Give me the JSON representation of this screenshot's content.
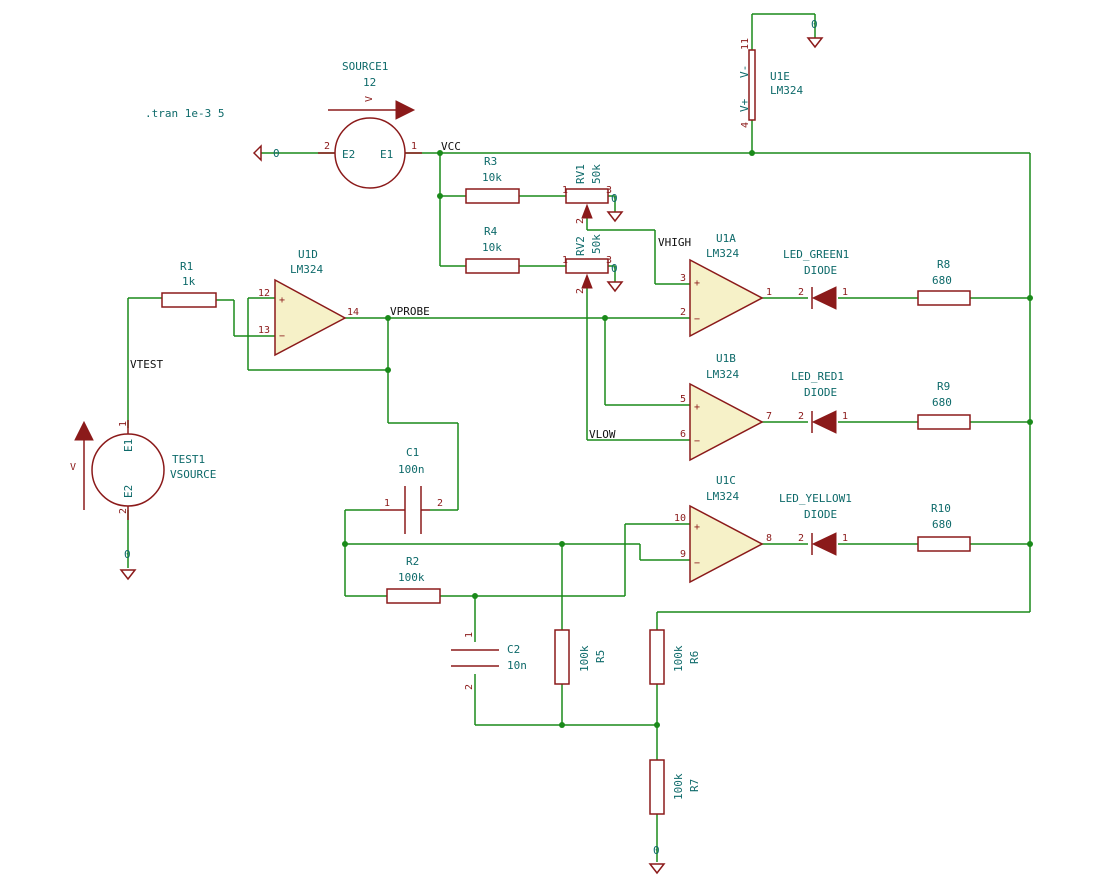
{
  "directive": ".tran 1e-3 5",
  "components": {
    "source1": {
      "ref": "SOURCE1",
      "value": "12",
      "pin_left": "E2",
      "pin_right": "E1",
      "arrow_label": "V",
      "pin_num_left": "2",
      "pin_num_right": "1"
    },
    "test1": {
      "ref": "TEST1",
      "value": "VSOURCE",
      "pin_top": "E1",
      "pin_bottom": "E2",
      "arrow_label": "V",
      "pin_num_top": "1",
      "pin_num_bottom": "2"
    },
    "r1": {
      "ref": "R1",
      "value": "1k"
    },
    "r2": {
      "ref": "R2",
      "value": "100k"
    },
    "r3": {
      "ref": "R3",
      "value": "10k"
    },
    "r4": {
      "ref": "R4",
      "value": "10k"
    },
    "r5": {
      "ref": "R5",
      "value": "100k"
    },
    "r6": {
      "ref": "R6",
      "value": "100k"
    },
    "r7": {
      "ref": "R7",
      "value": "100k"
    },
    "r8": {
      "ref": "R8",
      "value": "680"
    },
    "r9": {
      "ref": "R9",
      "value": "680"
    },
    "r10": {
      "ref": "R10",
      "value": "680"
    },
    "rv1": {
      "ref": "RV1",
      "value": "50k"
    },
    "rv2": {
      "ref": "RV2",
      "value": "50k"
    },
    "c1": {
      "ref": "C1",
      "value": "100n"
    },
    "c2": {
      "ref": "C2",
      "value": "10n"
    },
    "u1a": {
      "ref": "U1A",
      "value": "LM324"
    },
    "u1b": {
      "ref": "U1B",
      "value": "LM324"
    },
    "u1c": {
      "ref": "U1C",
      "value": "LM324"
    },
    "u1d": {
      "ref": "U1D",
      "value": "LM324"
    },
    "u1e": {
      "ref": "U1E",
      "value": "LM324",
      "pin_vplus": "V+",
      "pin_vminus": "V-",
      "pin_num_vplus": "4",
      "pin_num_vminus": "11"
    },
    "led_green": {
      "ref": "LED_GREEN1",
      "value": "DIODE"
    },
    "led_red": {
      "ref": "LED_RED1",
      "value": "DIODE"
    },
    "led_yellow": {
      "ref": "LED_YELLOW1",
      "value": "DIODE"
    }
  },
  "nets": {
    "vcc": "VCC",
    "vprobe": "VPROBE",
    "vtest": "VTEST",
    "vhigh": "VHIGH",
    "vlow": "VLOW",
    "ground": "0"
  },
  "pin_numbers": {
    "u1d_in_plus": "12",
    "u1d_in_minus": "13",
    "u1d_out": "14",
    "u1a_in_plus": "3",
    "u1a_in_minus": "2",
    "u1a_out": "1",
    "u1b_in_plus": "5",
    "u1b_in_minus": "6",
    "u1b_out": "7",
    "u1c_in_plus": "10",
    "u1c_in_minus": "9",
    "u1c_out": "8",
    "led_anode": "2",
    "led_cathode": "1",
    "pot_a": "1",
    "pot_b": "3",
    "pot_wiper": "2",
    "cap_1": "1",
    "cap_2": "2"
  },
  "opamp_symbols": {
    "plus": "+",
    "minus": "−"
  },
  "colors": {
    "wire": "#1a8a1a",
    "body": "#8b1a1a",
    "fill": "#f6f1c8",
    "text": "#0e6a6a",
    "net": "#111111",
    "background": "#ffffff"
  }
}
